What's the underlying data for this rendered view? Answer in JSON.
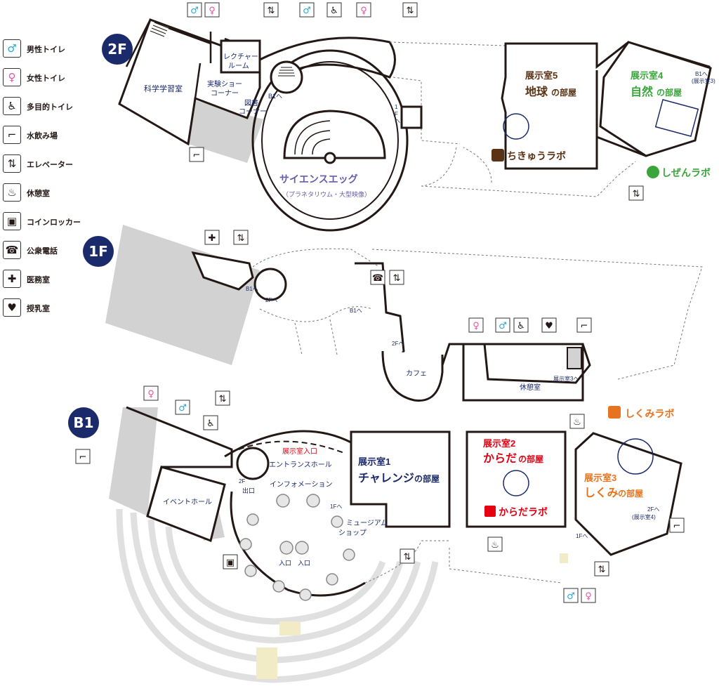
{
  "legend": [
    {
      "icon": "male-toilet-icon",
      "label": "男性トイレ",
      "color": "#2aa7d6"
    },
    {
      "icon": "female-toilet-icon",
      "label": "女性トイレ",
      "color": "#e4569a"
    },
    {
      "icon": "accessible-toilet-icon",
      "label": "多目的トイレ",
      "color": "#231815"
    },
    {
      "icon": "water-fountain-icon",
      "label": "水飲み場",
      "color": "#231815"
    },
    {
      "icon": "elevator-icon",
      "label": "エレベーター",
      "color": "#231815"
    },
    {
      "icon": "rest-area-icon",
      "label": "休憩室",
      "color": "#231815"
    },
    {
      "icon": "coin-locker-icon",
      "label": "コインロッカー",
      "color": "#231815"
    },
    {
      "icon": "public-phone-icon",
      "label": "公衆電話",
      "color": "#231815"
    },
    {
      "icon": "first-aid-icon",
      "label": "医務室",
      "color": "#231815"
    },
    {
      "icon": "nursing-room-icon",
      "label": "授乳室",
      "color": "#231815"
    }
  ],
  "floors": {
    "f2": {
      "badge": "2F",
      "rooms": {
        "science_study": "科学学習室",
        "lecture": [
          "レクチャー",
          "ルーム"
        ],
        "experiment": [
          "実験ショー",
          "コーナー"
        ],
        "library": [
          "図書",
          "コーナー"
        ],
        "science_egg": "サイエンスエッグ",
        "science_egg_sub": "（プラネタリウム・大型映像）",
        "ex5_line1": "展示室5",
        "ex5_line2": "地球",
        "ex5_line2_suffix": "の部屋",
        "ex4_line1": "展示室4",
        "ex4_line2": "自然",
        "ex4_line2_suffix": "の部屋",
        "earth_lab": "ちきゅうラボ",
        "nature_lab": "しぜんラボ"
      },
      "arrows": {
        "b1": "B1へ",
        "one_f": [
          "1",
          "F",
          "へ"
        ],
        "b1_ex3": [
          "B1へ",
          "(展示室3)"
        ]
      }
    },
    "f1": {
      "badge": "1F",
      "rooms": {
        "cafe": "カフェ",
        "rest": "休憩室"
      },
      "arrows": {
        "b1": "B1へ",
        "to_2f": "2Fへ",
        "b1_left": "B1へ",
        "to_2f_mid": "2Fへ",
        "ex3": "展示室3へ"
      }
    },
    "b1": {
      "badge": "B1",
      "rooms": {
        "event_hall": "イベントホール",
        "entrance_hall": "エントランスホール",
        "information": "インフォメーション",
        "exhibit_entrance": "展示室入口",
        "museum_shop": [
          "ミュージアム",
          "ショップ"
        ],
        "ex1_line1": "展示室1",
        "ex1_line2": "チャレンジ",
        "ex1_line2_suffix": "の部屋",
        "ex2_line1": "展示室2",
        "ex2_line2": "からだ",
        "ex2_line2_suffix": "の部屋",
        "body_lab": "からだラボ",
        "ex3_line1": "展示室3",
        "ex3_line2": "しくみ",
        "ex3_line2_suffix": "の部屋",
        "mechanism_lab": "しくみラボ"
      },
      "arrows": {
        "to_2f": "2F",
        "exit": "出口",
        "entrance_1": "入口",
        "entrance_2": "入口",
        "one_f_left": "1Fへ",
        "one_f_right": "1Fへ",
        "to_2f_right": [
          "2Fへ",
          "(展示室4)"
        ]
      }
    }
  },
  "colors": {
    "navy": "#1b2a6b",
    "red": "#e50012",
    "brown": "#5a3214",
    "green": "#3aa53a",
    "orange": "#e8731e",
    "purple": "#6b5ca8",
    "gray_fill": "#d2d2d2",
    "wall": "#231815"
  }
}
